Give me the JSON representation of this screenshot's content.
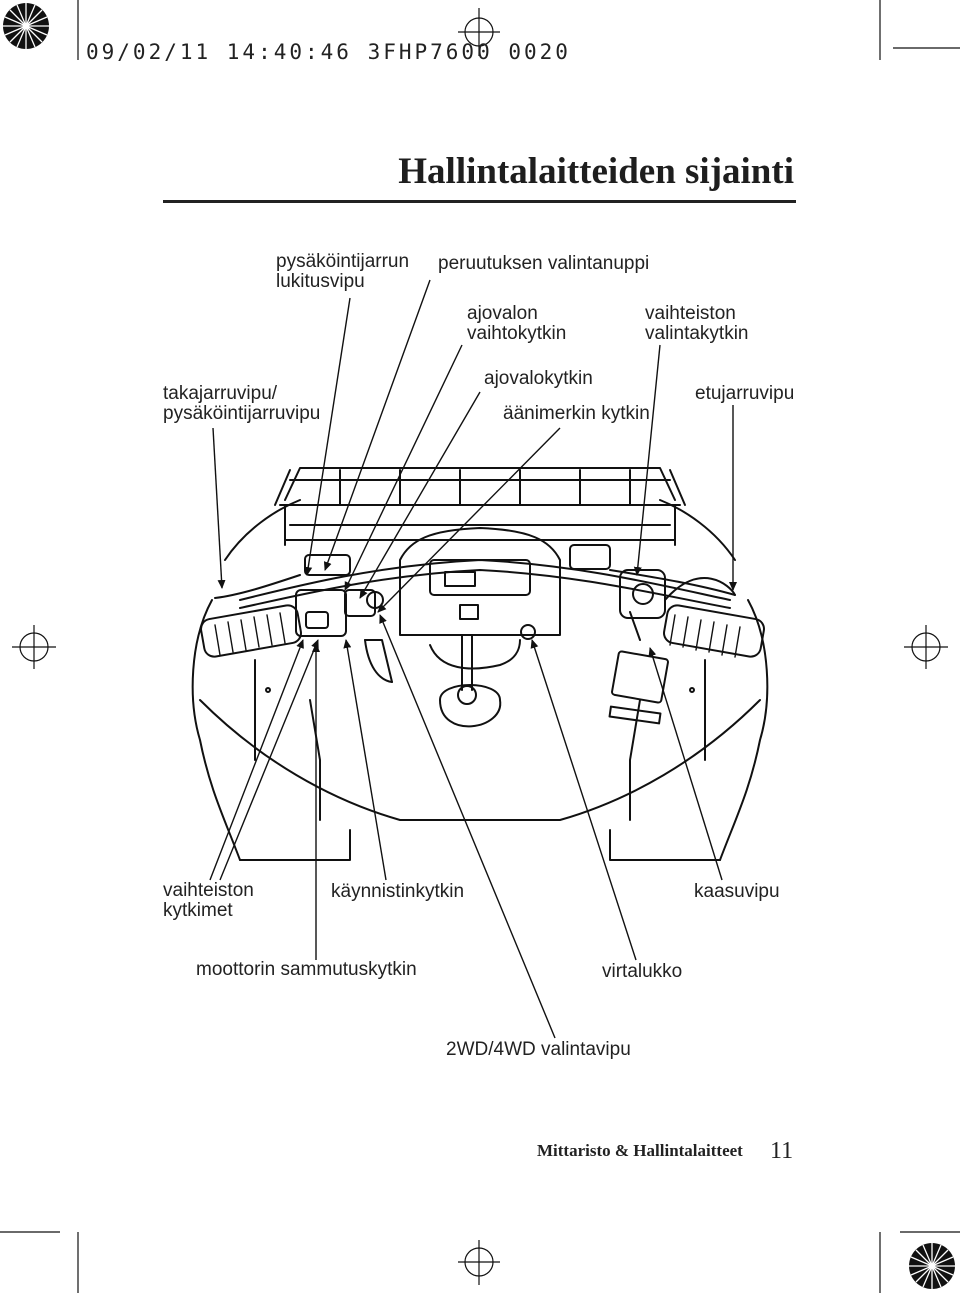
{
  "header": {
    "print_code": "09/02/11 14:40:46 3FHP7600 0020"
  },
  "page": {
    "title": "Hallintalaitteiden sijainti"
  },
  "labels": {
    "parking_brake_lock": "pysäköintijarrun\nlukitusvipu",
    "reverse_selector": "peruutuksen valintanuppi",
    "headlight_dimmer": "ajovalon\nvaihtokytkin",
    "gear_selector_switch": "vaihteiston\nvalintakytkin",
    "rear_brake_lever": "takajarruvipu/\npysäköintijarruvipu",
    "headlight_switch": "ajovalokytkin",
    "horn_button": "äänimerkin kytkin",
    "front_brake_lever": "etujarruvipu",
    "shift_switches": "vaihteiston\nkytkimet",
    "start_button": "käynnistinkytkin",
    "throttle_lever": "kaasuvipu",
    "engine_stop_switch": "moottorin sammutuskytkin",
    "ignition_switch": "virtalukko",
    "drive_selector": "2WD/4WD valintavipu"
  },
  "footer": {
    "section": "Mittaristo & Hallintalaitteet",
    "page_number": "11"
  }
}
